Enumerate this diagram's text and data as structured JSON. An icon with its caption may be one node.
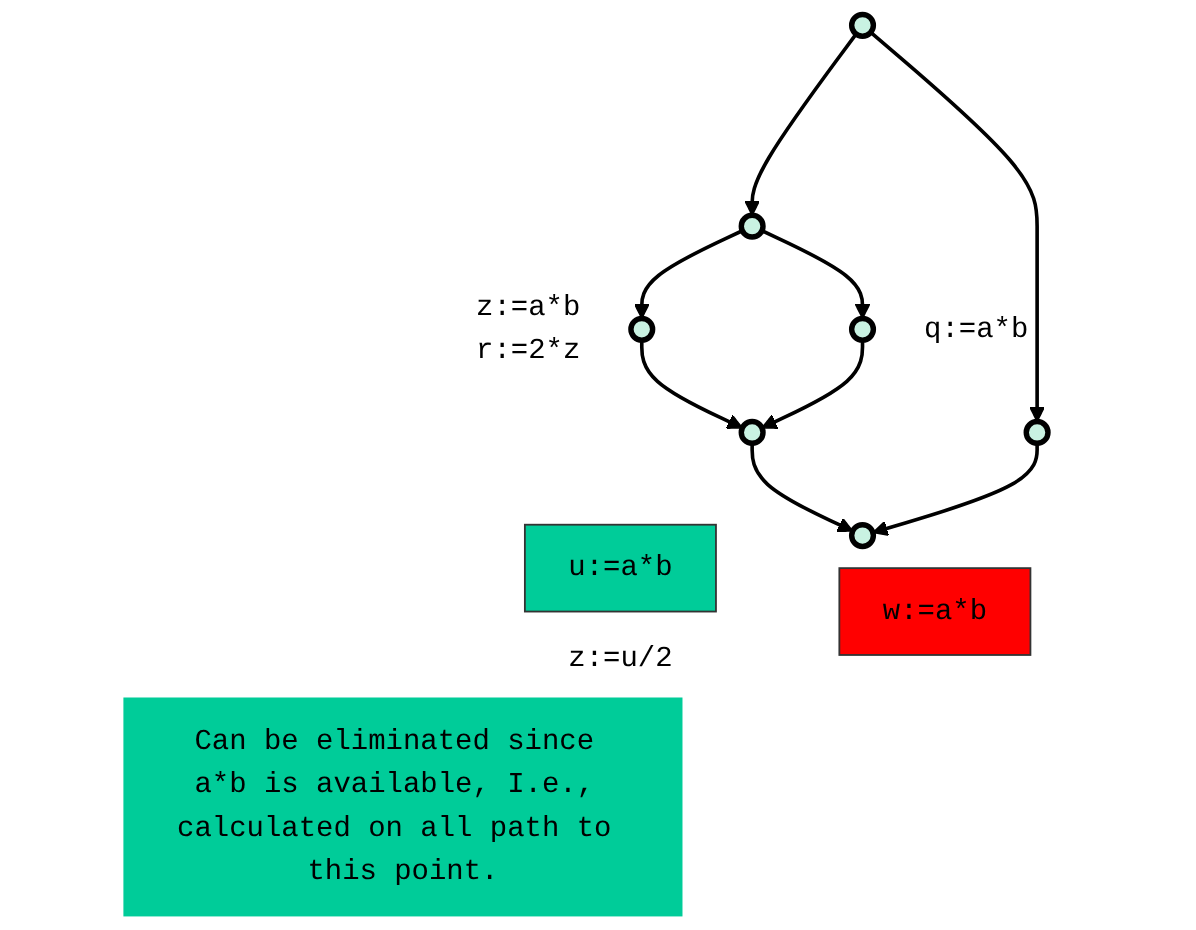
{
  "diagram": {
    "nodes": [
      {
        "text": [],
        "shape": "circle"
      },
      {
        "text": [],
        "shape": "circle"
      },
      {
        "text": [],
        "shape": "circle",
        "beside": [
          "z:=a*b",
          "r:=2*z"
        ]
      },
      {
        "text": [],
        "shape": "circle",
        "beside": [
          "q:=a*b"
        ]
      },
      {
        "text": [],
        "shape": "circle"
      },
      {
        "text": [],
        "shape": "circle"
      },
      {
        "text": [
          "u:=a*b"
        ],
        "beside": [
          "z:=u/2"
        ]
      },
      {
        "text": [],
        "shape": "circle"
      },
      {
        "text": [
          "w:=a*b"
        ]
      },
      {
        "text": [
          "Can be eliminated since a*b is available, I.e., calculated on all path to this point."
        ]
      }
    ],
    "edges": [
      {
        "from": 0,
        "to": 1,
        "arrow": "to"
      },
      {
        "from": 0,
        "to": 4,
        "arrow": "to"
      },
      {
        "from": 1,
        "to": 2,
        "arrow": "to"
      },
      {
        "from": 1,
        "to": 3,
        "arrow": "to"
      },
      {
        "from": 2,
        "to": 5,
        "arrow": "to"
      },
      {
        "from": 3,
        "to": 5,
        "arrow": "to"
      },
      {
        "from": 5,
        "to": 7,
        "arrow": "to"
      },
      {
        "from": 4,
        "to": 7,
        "arrow": "to"
      }
    ]
  }
}
